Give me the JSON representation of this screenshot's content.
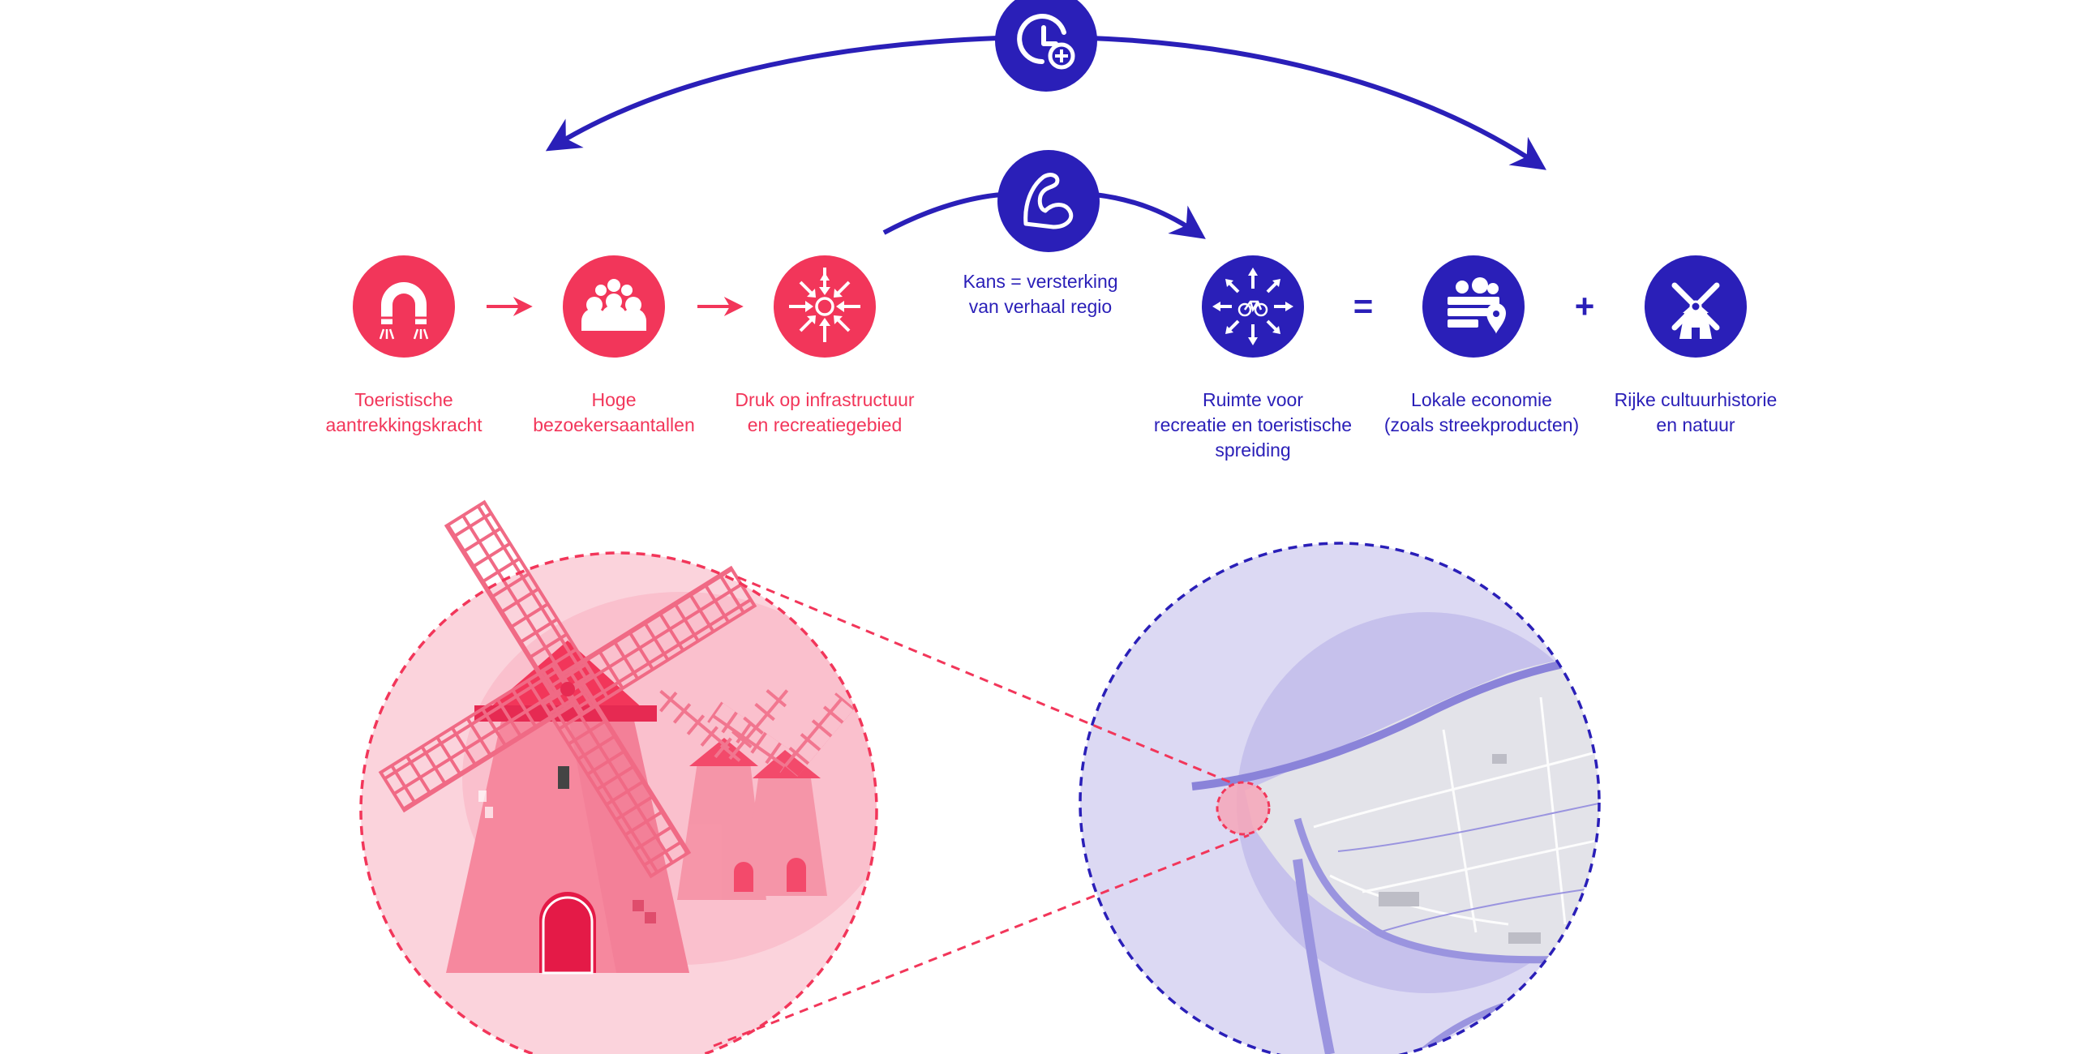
{
  "colors": {
    "pink": "#f2365a",
    "blue": "#2a1fb8",
    "pink_light": "#fbd3dc",
    "blue_light": "#dcd9f3"
  },
  "top_icons": [
    {
      "name": "clock-plus-icon"
    },
    {
      "name": "flexed-arm-icon"
    }
  ],
  "opportunity_label": [
    "Kans = versterking",
    "van verhaal regio"
  ],
  "problem_chain": [
    {
      "icon": "magnet-icon",
      "label": [
        "Toeristische",
        "aantrekkingskracht"
      ]
    },
    {
      "icon": "crowd-icon",
      "label": [
        "Hoge",
        "bezoekersaantallen"
      ]
    },
    {
      "icon": "pressure-arrows-icon",
      "label": [
        "Druk op infrastructuur",
        "en recreatiegebied"
      ]
    }
  ],
  "solution_chain": [
    {
      "icon": "bike-spread-icon",
      "label": [
        "Ruimte voor",
        "recreatie en toeristische",
        "spreiding"
      ]
    },
    {
      "icon": "local-produce-icon",
      "label": [
        "Lokale economie",
        "(zoals streekproducten)"
      ]
    },
    {
      "icon": "windmill-icon",
      "label": [
        "Rijke cultuurhistorie",
        "en natuur"
      ]
    }
  ],
  "operators": [
    "=",
    "+"
  ],
  "illustrations": [
    {
      "name": "windmill-illustration"
    },
    {
      "name": "region-map-illustration"
    }
  ]
}
